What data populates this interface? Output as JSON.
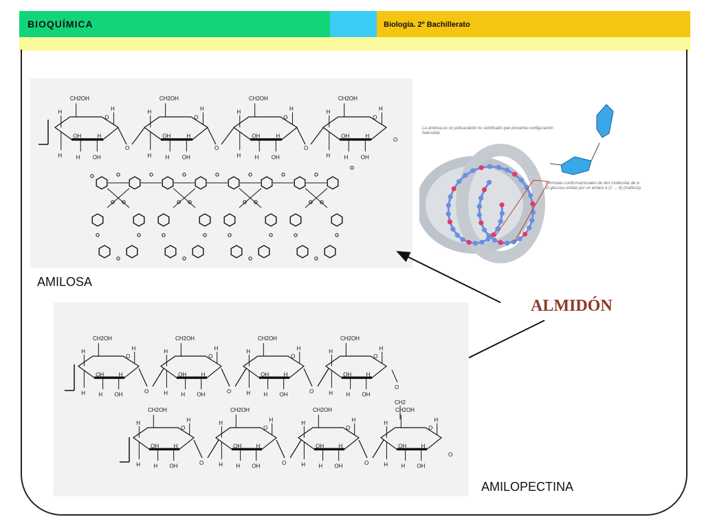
{
  "header": {
    "title": "BIOQUÍMICA",
    "subtitle": "Biología. 2º Bachillerato",
    "colors": {
      "green": "#12d57a",
      "cyan": "#3ccdf5",
      "gold": "#f5c512",
      "band": "#fbfa9c"
    }
  },
  "main": {
    "center_title": "ALMIDÓN",
    "center_title_color": "#8b3a26",
    "amilosa_label": "AMILOSA",
    "amilopectina_label": "AMILOPECTINA"
  },
  "formula": {
    "ch2oh": "CH2OH",
    "h": "H",
    "oh": "OH",
    "o": "O",
    "ch2": "CH2"
  },
  "helix": {
    "note_top": "La amilosa es un polisacárido no ramificado que presenta configuración helicoidal.",
    "note_bottom": "Fórmulas conformacionales de dos moléculas de α-D-glucosa unidas por un enlace α (1 → 4) (maltosa).",
    "colors": {
      "ring": "#6b8fe0",
      "oxygen": "#e23a6a",
      "sugar": "#3aa8e8"
    }
  }
}
